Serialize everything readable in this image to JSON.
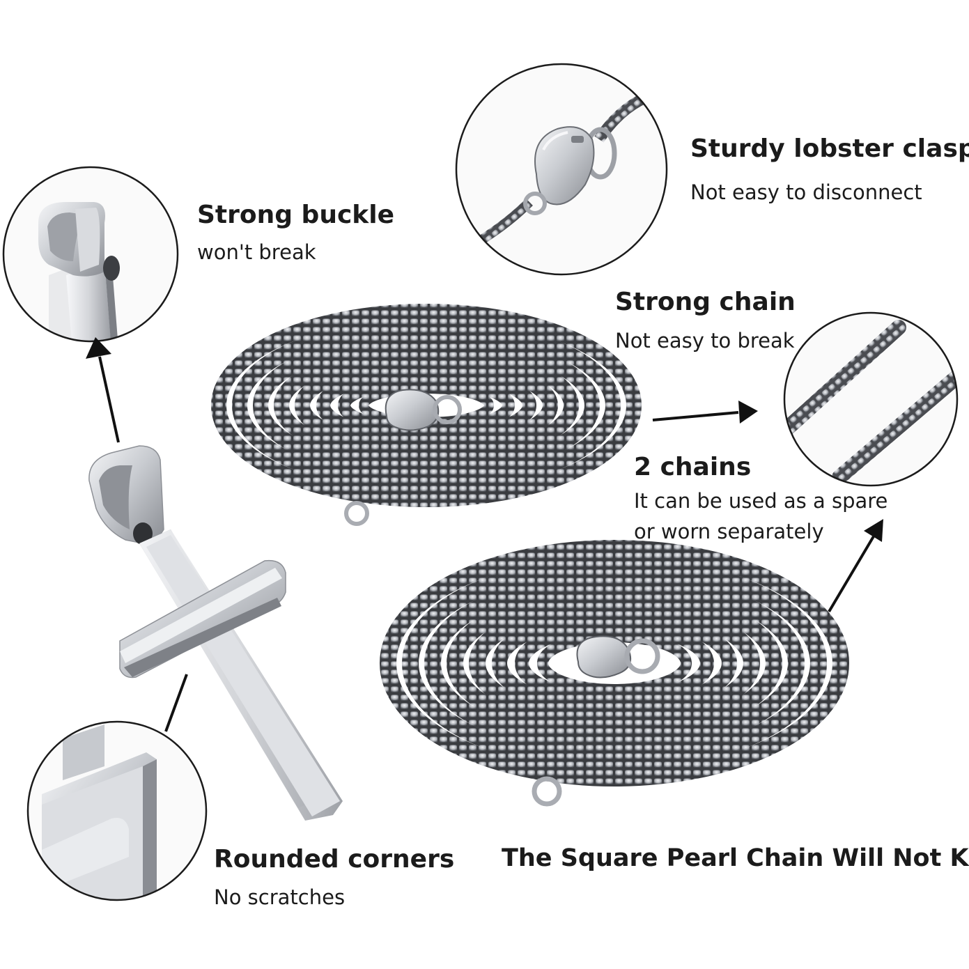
{
  "features": {
    "buckle": {
      "title": "Strong buckle",
      "desc": "won't break"
    },
    "clasp": {
      "title": "Sturdy lobster clasp",
      "desc": "Not easy to disconnect"
    },
    "chain": {
      "title": "Strong chain",
      "desc": "Not easy to break"
    },
    "two_chains": {
      "title": "2 chains",
      "desc_line1": "It can be used as a spare",
      "desc_line2": "or worn separately"
    },
    "corners": {
      "title": "Rounded corners",
      "desc": "No scratches"
    }
  },
  "tagline": "The Square Pearl Chain Will Not Knot",
  "colors": {
    "background": "#ffffff",
    "text": "#1b1b1b",
    "silver_light": "#e6e7ea",
    "silver_mid": "#b8bbc1",
    "silver_dark": "#6e7177",
    "chain_shadow": "#2d2f33"
  }
}
